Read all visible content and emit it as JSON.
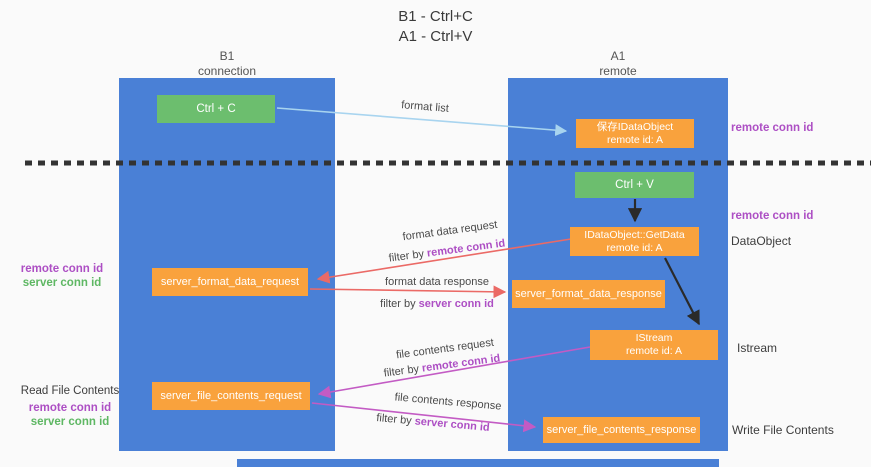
{
  "title": {
    "line1": "B1 - Ctrl+C",
    "line2": "A1 - Ctrl+V"
  },
  "columns": {
    "left": {
      "name": "B1",
      "type": "connection"
    },
    "right": {
      "name": "A1",
      "type": "remote"
    }
  },
  "nodes": {
    "ctrl_c": {
      "label": "Ctrl + C"
    },
    "ctrl_v": {
      "label": "Ctrl + V"
    },
    "save_dataobject": {
      "line1": "保存IDataObject",
      "line2": "remote id: A"
    },
    "getdata": {
      "line1": "IDataObject::GetData",
      "line2": "remote id: A"
    },
    "istream": {
      "line1": "IStream",
      "line2": "remote id: A"
    },
    "format_request": {
      "label": "server_format_data_request"
    },
    "format_response": {
      "label": "server_format_data_response"
    },
    "file_request": {
      "label": "server_file_contents_request"
    },
    "file_response": {
      "label": "server_file_contents_response"
    }
  },
  "edges": {
    "format_list": {
      "label": "format list"
    },
    "format_data_request": {
      "label": "format data request",
      "filter_prefix": "filter by ",
      "filter_key": "remote conn id"
    },
    "format_data_response": {
      "label": "format data response",
      "filter_prefix": "filter by ",
      "filter_key": "server conn id"
    },
    "file_contents_request": {
      "label": "file contents request",
      "filter_prefix": "filter by ",
      "filter_key": "remote conn id"
    },
    "file_contents_response": {
      "label": "file contents response",
      "filter_prefix": "filter by ",
      "filter_key": "server conn id"
    }
  },
  "side_labels": {
    "top_right_remote_conn": "remote conn id",
    "mid_right_remote_conn": "remote conn id",
    "dataobject": "DataObject",
    "istream": "Istream",
    "write_file_contents": "Write File Contents",
    "left_remote_conn_1": "remote conn id",
    "left_server_conn_1": "server conn id",
    "read_file_contents": "Read File Contents",
    "left_remote_conn_2": "remote conn id",
    "left_server_conn_2": "server conn id"
  },
  "colors": {
    "lane_blue": "#4a80d6",
    "box_green": "#6cbe6e",
    "box_orange": "#f9a23d",
    "arrow_light_blue": "#a8d4ef",
    "arrow_red": "#eb6a66",
    "arrow_magenta": "#c35bc4",
    "arrow_black": "#2a2a2a",
    "text_purple": "#ad4fc4",
    "text_green": "#5eb763"
  }
}
